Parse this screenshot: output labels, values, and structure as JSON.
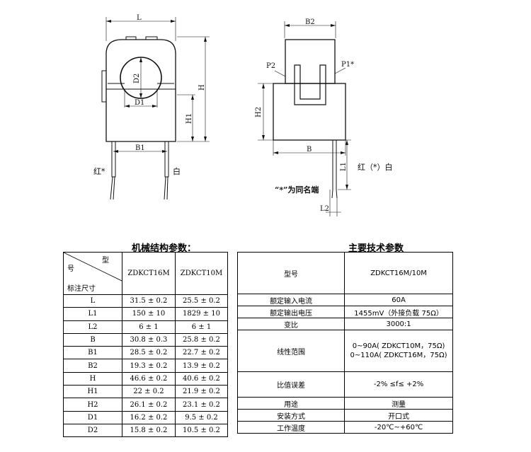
{
  "drawing": {
    "labels": {
      "L": "L",
      "D2": "D2",
      "D1": "D1",
      "H": "H",
      "H1": "H1",
      "B1": "B1",
      "red_star": "红*",
      "white": "白",
      "B2": "B2",
      "P2": "P2",
      "P1": "P1*",
      "H2": "H2",
      "B": "B",
      "L1": "L1",
      "L2": "L2",
      "red_star_white": "红（*）白",
      "same_name_note": "“*”为同名端"
    }
  },
  "mech": {
    "title": "机械结构参数：",
    "header": {
      "corner_top": "型",
      "corner_mid": "号",
      "corner_bottom": "标注尺寸",
      "col1": "ZDKCT16M",
      "col2": "ZDKCT10M"
    },
    "rows": [
      {
        "name": "L",
        "v1": "31.5 ± 0.2",
        "v2": "25.5 ± 0.2"
      },
      {
        "name": "L1",
        "v1": "150 ± 10",
        "v2": "1829 ± 10"
      },
      {
        "name": "L2",
        "v1": "6 ± 1",
        "v2": "6 ± 1"
      },
      {
        "name": "B",
        "v1": "30.8 ± 0.3",
        "v2": "25.8 ± 0.2"
      },
      {
        "name": "B1",
        "v1": "28.5 ± 0.2",
        "v2": "22.7 ± 0.2"
      },
      {
        "name": "B2",
        "v1": "19.3 ± 0.2",
        "v2": "13.9 ± 0.2"
      },
      {
        "name": "H",
        "v1": "46.6 ± 0.2",
        "v2": "40.6 ± 0.2"
      },
      {
        "name": "H1",
        "v1": "22 ± 0.2",
        "v2": "21.9 ± 0.2"
      },
      {
        "name": "H2",
        "v1": "26.1 ± 0.2",
        "v2": "23.1 ± 0.2"
      },
      {
        "name": "D1",
        "v1": "16.2 ± 0.2",
        "v2": "9.5 ± 0.2"
      },
      {
        "name": "D2",
        "v1": "15.8 ± 0.2",
        "v2": "10.5 ± 0.2"
      }
    ]
  },
  "tech": {
    "title": "主要技术参数",
    "header": {
      "label": "型号",
      "value": "ZDKCT16M/10M"
    },
    "rows": {
      "rated_input": {
        "label": "额定输入电流",
        "value": "60A"
      },
      "rated_output": {
        "label": "额定输出电压",
        "value": "1455mV（外接负载 75Ω）"
      },
      "ratio": {
        "label": "变比",
        "value": "3000:1"
      },
      "linearity": {
        "label": "线性范围",
        "value1": "0~90A( ZDKCT10M，75Ω)",
        "value2": "0~110A( ZDKCT16M，75Ω)"
      },
      "ratio_error": {
        "label": "比值误差",
        "value": "-2% ≤f≤ +2%"
      },
      "usage": {
        "label": "用途",
        "value": "测量"
      },
      "mounting": {
        "label": "安装方式",
        "value": "开口式"
      },
      "temperature": {
        "label": "工作温度",
        "value": "-20℃~+60℃"
      }
    }
  }
}
